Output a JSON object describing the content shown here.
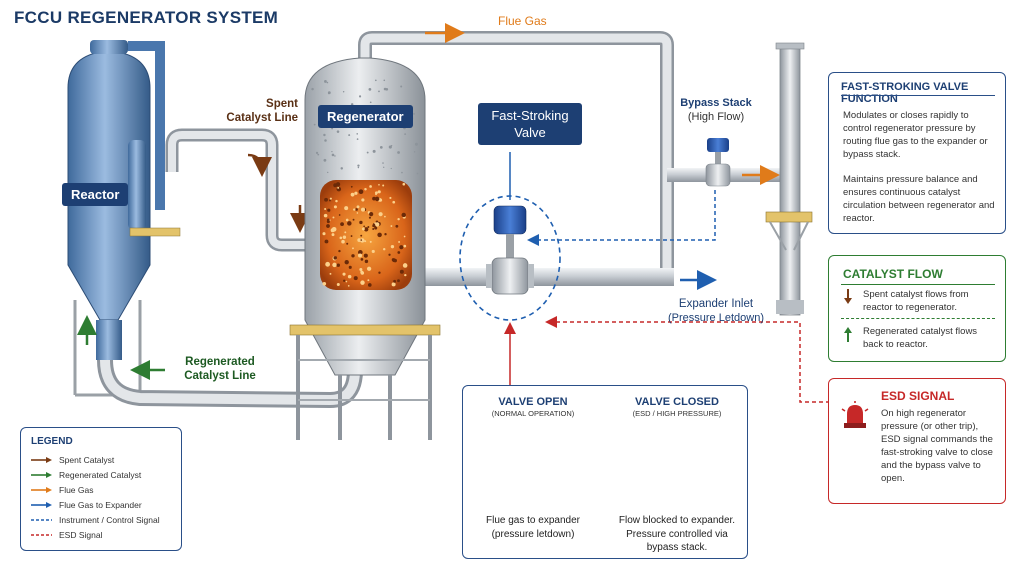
{
  "title": "FCCU REGENERATOR SYSTEM",
  "labels": {
    "flue_gas": "Flue Gas",
    "reactor": "Reactor",
    "regenerator": "Regenerator",
    "spent_catalyst_line": "Spent\nCatalyst Line",
    "regenerated_catalyst_line": "Regenerated\nCatalyst Line",
    "fast_stroking_valve": "Fast-Stroking\nValve",
    "bypass_stack": "Bypass Stack",
    "bypass_stack_sub": "(High Flow)",
    "expander_inlet": "Expander Inlet",
    "expander_inlet_sub": "(Pressure Letdown)"
  },
  "function_box": {
    "title": "FAST-STROKING VALVE FUNCTION",
    "p1": "Modulates or closes rapidly to control regenerator pressure by routing flue gas to the expander or bypass stack.",
    "p2": "Maintains pressure balance and ensures continuous catalyst circulation between regenerator and reactor."
  },
  "catalyst_flow": {
    "title": "CATALYST FLOW",
    "spent": "Spent catalyst flows from reactor to regenerator.",
    "regen": "Regenerated catalyst flows back to reactor."
  },
  "esd": {
    "title": "ESD SIGNAL",
    "text": "On high regenerator pressure (or other trip), ESD signal commands the fast-stroking valve to close and the bypass valve to open."
  },
  "valve_states": {
    "open_title": "VALVE OPEN",
    "open_sub": "(NORMAL OPERATION)",
    "open_desc": "Flue gas to expander\n(pressure letdown)",
    "closed_title": "VALVE CLOSED",
    "closed_sub": "(ESD / HIGH PRESSURE)",
    "closed_desc": "Flow blocked to expander.\nPressure controlled via\nbypass stack."
  },
  "legend": {
    "title": "LEGEND",
    "items": [
      {
        "label": "Spent Catalyst",
        "color": "#7a3b14",
        "style": "solid"
      },
      {
        "label": "Regenerated Catalyst",
        "color": "#2e7d32",
        "style": "solid"
      },
      {
        "label": "Flue Gas",
        "color": "#e07b1a",
        "style": "solid"
      },
      {
        "label": "Flue Gas to Expander",
        "color": "#1f5fb0",
        "style": "solid"
      },
      {
        "label": "Instrument / Control Signal",
        "color": "#1f5fb0",
        "style": "dashed"
      },
      {
        "label": "ESD Signal",
        "color": "#c62828",
        "style": "dashed"
      }
    ]
  },
  "colors": {
    "navy": "#1d3f73",
    "green": "#2e7d32",
    "red": "#c62828",
    "orange": "#e07b1a",
    "blue": "#1f5fb0",
    "brown": "#7a3b14"
  }
}
